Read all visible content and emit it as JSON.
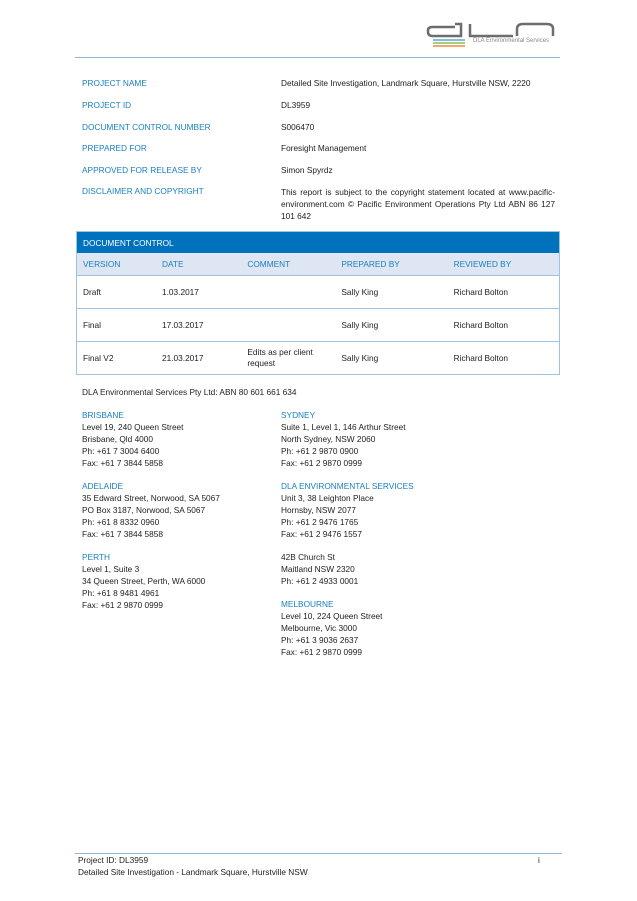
{
  "logo": {
    "text": "DLA Environmental Services"
  },
  "fields": [
    {
      "label": "PROJECT NAME",
      "value": "Detailed Site Investigation, Landmark Square, Hurstville NSW, 2220"
    },
    {
      "label": "PROJECT ID",
      "value": "DL3959"
    },
    {
      "label": "DOCUMENT CONTROL NUMBER",
      "value": "S006470"
    },
    {
      "label": "PREPARED FOR",
      "value": "Foresight Management"
    },
    {
      "label": "APPROVED FOR RELEASE BY",
      "value": "Simon Spyrdz"
    },
    {
      "label": "DISCLAIMER AND COPYRIGHT",
      "value": "This report is subject to the copyright statement located at www.pacific-environment.com © Pacific Environment Operations Pty Ltd ABN 86 127 101 642"
    }
  ],
  "doc_control": {
    "title": "DOCUMENT CONTROL",
    "headers": [
      "VERSION",
      "DATE",
      "COMMENT",
      "PREPARED BY",
      "REVIEWED BY"
    ],
    "rows": [
      [
        "Draft",
        "1.03.2017",
        "",
        "Sally King",
        "Richard Bolton"
      ],
      [
        "Final",
        "17.03.2017",
        "",
        "Sally King",
        "Richard Bolton"
      ],
      [
        "Final V2",
        "21.03.2017",
        "Edits as per client request",
        "Sally King",
        "Richard Bolton"
      ]
    ]
  },
  "company": "DLA Environmental Services Pty Ltd: ABN 80 601 661 634",
  "offices_left": [
    {
      "name": "BRISBANE",
      "lines": [
        "Level 19, 240 Queen Street",
        "Brisbane, Qld 4000",
        "Ph: +61 7 3004 6400",
        "Fax: +61 7 3844 5858"
      ]
    },
    {
      "name": "ADELAIDE",
      "lines": [
        "35 Edward Street, Norwood, SA 5067",
        "PO Box 3187, Norwood, SA 5067",
        "Ph: +61 8 8332 0960",
        "Fax: +61 7 3844 5858"
      ]
    },
    {
      "name": "PERTH",
      "lines": [
        "Level 1, Suite 3",
        "34 Queen Street, Perth, WA 6000",
        "Ph: +61 8 9481 4961",
        "Fax: +61 2 9870 0999"
      ]
    }
  ],
  "offices_right": [
    {
      "name": "SYDNEY",
      "lines": [
        "Suite 1, Level 1, 146 Arthur Street",
        "North Sydney, NSW 2060",
        "Ph: +61 2 9870 0900",
        "Fax: +61 2 9870 0999"
      ]
    },
    {
      "name": "DLA ENVIRONMENTAL SERVICES",
      "lines": [
        "Unit 3, 38 Leighton Place",
        "Hornsby, NSW 2077",
        "Ph: +61 2 9476 1765",
        "Fax: +61 2 9476 1557"
      ]
    },
    {
      "name": "",
      "lines": [
        "42B Church St",
        "Maitland NSW 2320",
        "Ph: +61 2 4933 0001"
      ]
    },
    {
      "name": "MELBOURNE",
      "lines": [
        "Level 10, 224 Queen Street",
        "Melbourne, Vic 3000",
        "Ph: +61 3 9036 2637",
        "Fax: +61 2 9870 0999"
      ]
    }
  ],
  "footer": {
    "line1": "Project ID: DL3959",
    "line2": "Detailed Site Investigation - Landmark Square, Hurstville NSW",
    "page": "i"
  }
}
